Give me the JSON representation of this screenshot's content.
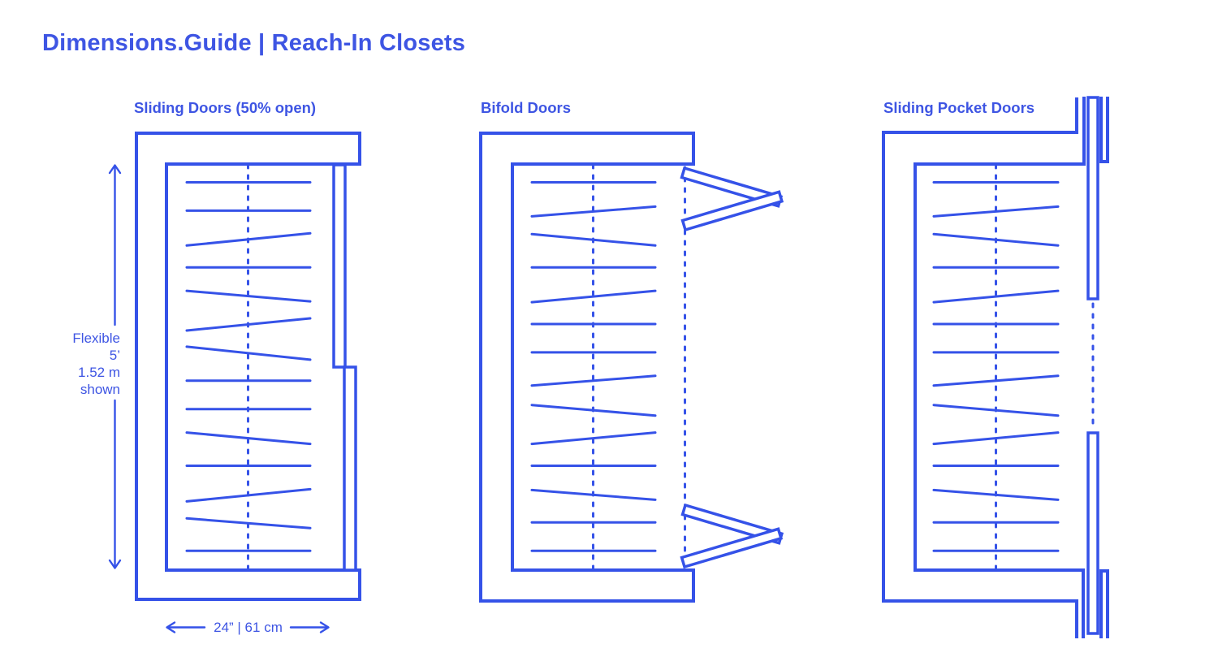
{
  "page": {
    "title": "Dimensions.Guide | Reach-In Closets"
  },
  "colors": {
    "text": "#3E55E3",
    "line": "#3552E8",
    "background": "#FFFFFF"
  },
  "diagrams": [
    {
      "label": "Sliding Doors (50% open)",
      "door_type": "sliding"
    },
    {
      "label": "Bifold Doors",
      "door_type": "bifold"
    },
    {
      "label": "Sliding Pocket Doors",
      "door_type": "pocket"
    }
  ],
  "dimensions": {
    "height_lines": [
      "Flexible",
      "5’",
      "1.52 m",
      "shown"
    ],
    "width_label": "24” | 61 cm"
  },
  "hangers": {
    "start": 224.5,
    "step": 34.9,
    "patterns": {
      "sliding": [
        [
          0,
          0
        ],
        [
          0,
          0
        ],
        [
          8,
          -7
        ],
        [
          0,
          0
        ],
        [
          -6,
          7
        ],
        [
          8,
          -7
        ],
        [
          -7,
          9
        ],
        [
          0,
          0
        ],
        [
          0,
          0
        ],
        [
          -6,
          8
        ],
        [
          0,
          0
        ],
        [
          9,
          -6
        ],
        [
          -5,
          7
        ],
        [
          0,
          0
        ]
      ],
      "bifold": [
        [
          0,
          0
        ],
        [
          7,
          -5
        ],
        [
          -6,
          8
        ],
        [
          0,
          0
        ],
        [
          8,
          -6
        ],
        [
          0,
          0
        ],
        [
          0,
          0
        ],
        [
          6,
          -6
        ],
        [
          -5,
          8
        ],
        [
          8,
          -6
        ],
        [
          0,
          0
        ],
        [
          -5,
          7
        ],
        [
          0,
          0
        ],
        [
          0,
          0
        ]
      ],
      "pocket": [
        [
          0,
          0
        ],
        [
          7,
          -5
        ],
        [
          -6,
          8
        ],
        [
          0,
          0
        ],
        [
          8,
          -6
        ],
        [
          0,
          0
        ],
        [
          0,
          0
        ],
        [
          6,
          -6
        ],
        [
          -5,
          8
        ],
        [
          8,
          -6
        ],
        [
          0,
          0
        ],
        [
          -5,
          7
        ],
        [
          0,
          0
        ],
        [
          0,
          0
        ]
      ]
    }
  }
}
